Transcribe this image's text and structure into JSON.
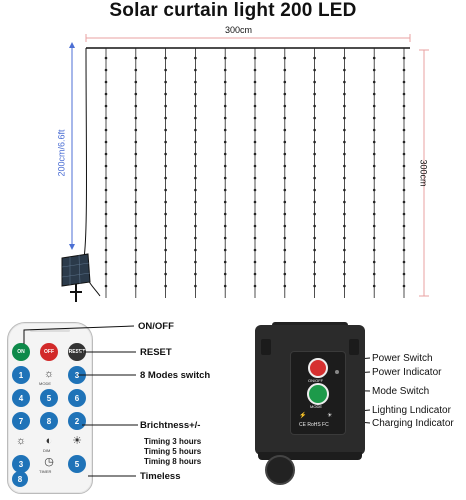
{
  "title": "Solar curtain light 200 LED",
  "curtain": {
    "width_label": "300cm",
    "height_label": "300cm",
    "string_label": "200cm/6.6ft",
    "strands": 11,
    "colors": {
      "dim_line": "#e8a0a0",
      "string_dim": "#4c6fd4",
      "led": "#222222"
    }
  },
  "remote": {
    "callouts": {
      "onoff": "ON/OFF",
      "reset": "RESET",
      "modes": "8 Modes switch",
      "brightness": "Brichtness+/-",
      "timing": [
        "Timing 3 hours",
        "Timing 5 hours",
        "Timing 8 hours"
      ],
      "timeless": "Timeless"
    },
    "buttons": {
      "on": "ON",
      "off": "OFF",
      "reset": "RESET",
      "numbers": [
        "1",
        "2",
        "3",
        "4",
        "5",
        "6",
        "7",
        "8",
        "3",
        "5",
        "8"
      ],
      "mode_label": "MODE",
      "timer_label": "TIMER",
      "dim_label": "DIM"
    }
  },
  "controller": {
    "callouts": {
      "power_switch": "Power Switch",
      "power_indicator": "Power Indicator",
      "mode_switch": "Mode Switch",
      "lighting_indicator": "Lighting Lndicator",
      "charging_indicator": "Charging Indicator"
    },
    "panel": {
      "onoff": "ON/OFF",
      "mode": "MODE",
      "marks": "CE RoHS FC"
    }
  }
}
